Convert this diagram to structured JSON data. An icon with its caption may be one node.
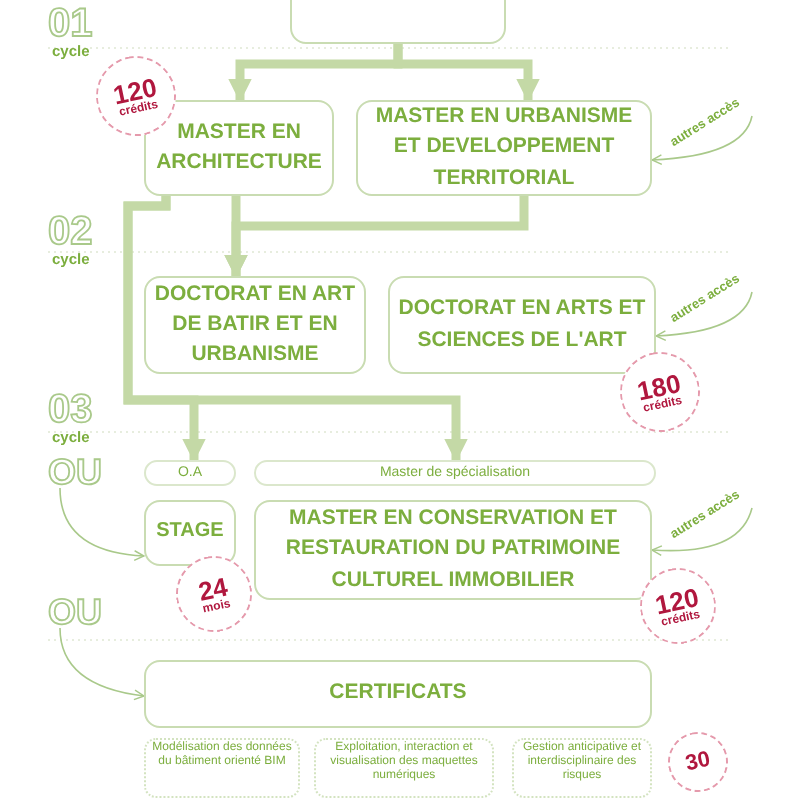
{
  "diagram": {
    "nodes": [
      {
        "text": [],
        "shape": "box"
      },
      {
        "text": [
          "MASTER EN ARCHITECTURE"
        ],
        "beside": [
          "120",
          "crédits"
        ]
      },
      {
        "text": [
          "MASTER EN URBANISME ET DEVELOPPEMENT TERRITORIAL"
        ]
      },
      {
        "text": [
          "autres accès"
        ]
      },
      {
        "text": [
          "DOCTORAT EN ART DE BATIR ET EN URBANISME"
        ]
      },
      {
        "text": [
          "DOCTORAT EN ARTS ET SCIENCES DE L'ART"
        ],
        "beside": [
          "180",
          "crédits"
        ]
      },
      {
        "text": [
          "autres accès"
        ]
      },
      {
        "text": [
          "OU"
        ]
      },
      {
        "text": [
          "O.A"
        ]
      },
      {
        "text": [
          "Master de spécialisation"
        ]
      },
      {
        "text": [
          "STAGE"
        ],
        "beside": [
          "24",
          "mois"
        ]
      },
      {
        "text": [
          "MASTER EN CONSERVATION ET RESTAURATION DU PATRIMOINE CULTUREL IMMOBILIER"
        ],
        "beside": [
          "120",
          "crédits"
        ]
      },
      {
        "text": [
          "autres accès"
        ]
      },
      {
        "text": [
          "OU"
        ]
      },
      {
        "text": [
          "CERTIFICATS"
        ]
      },
      {
        "text": [
          "Modélisation des données du bâtiment orienté BIM"
        ]
      },
      {
        "text": [
          "Exploitation, interaction et visualisation des maquettes numériques"
        ]
      },
      {
        "text": [
          "Gestion anticipative et interdisciplinaire des risques"
        ],
        "beside": [
          "30"
        ]
      }
    ],
    "edges": [
      {
        "from": 0,
        "to": 1,
        "arrow": "to"
      },
      {
        "from": 0,
        "to": 2,
        "arrow": "to"
      },
      {
        "from": 1,
        "to": 4,
        "arrow": "to"
      },
      {
        "from": 2,
        "to": 4,
        "arrow": "to"
      },
      {
        "from": 1,
        "to": 8,
        "arrow": "to"
      },
      {
        "from": 1,
        "to": 9,
        "arrow": "to"
      },
      {
        "from": 3,
        "to": 2,
        "arrow": "to",
        "color": "#a9c98a"
      },
      {
        "from": 6,
        "to": 5,
        "arrow": "to",
        "color": "#a9c98a"
      },
      {
        "from": 7,
        "to": 10,
        "arrow": "to",
        "color": "#a9c98a"
      },
      {
        "from": 12,
        "to": 11,
        "arrow": "to",
        "color": "#a9c98a"
      },
      {
        "from": 13,
        "to": 14,
        "arrow": "to",
        "color": "#a9c98a"
      }
    ],
    "labels": [
      "01",
      "cycle",
      "02",
      "cycle",
      "03",
      "cycle"
    ]
  }
}
